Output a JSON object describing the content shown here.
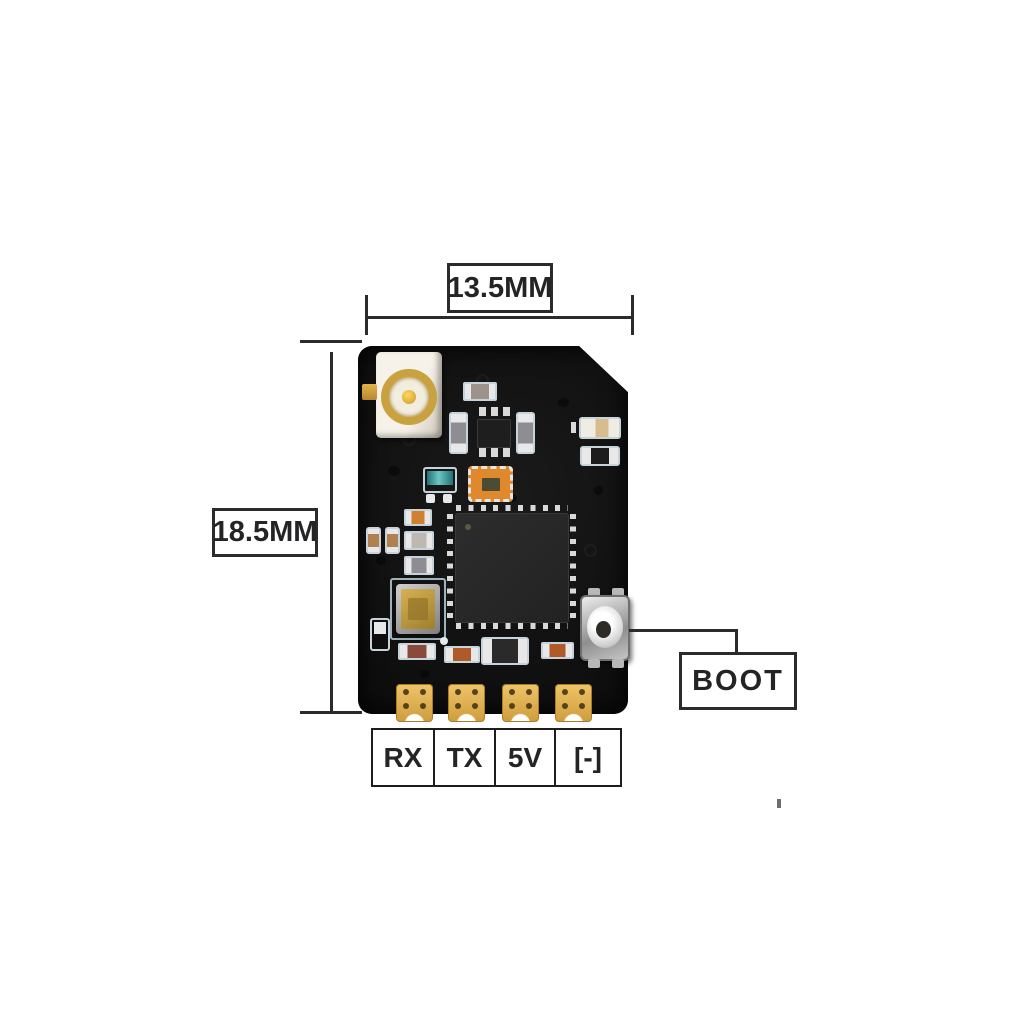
{
  "diagram": {
    "dimension_width": {
      "label": "13.5MM"
    },
    "dimension_height": {
      "label": "18.5MM"
    },
    "boot_annotation": {
      "label": "BOOT"
    },
    "pins": {
      "labels": [
        "RX",
        "TX",
        "5V",
        "[-]"
      ]
    },
    "colors": {
      "board_black": "#121212",
      "pad_gold": "#d9a849",
      "component_orange": "#e0882c",
      "component_teal": "#2d8d90",
      "silkscreen_white": "#c6d3da",
      "annotation_line": "#2b2b2b"
    }
  }
}
